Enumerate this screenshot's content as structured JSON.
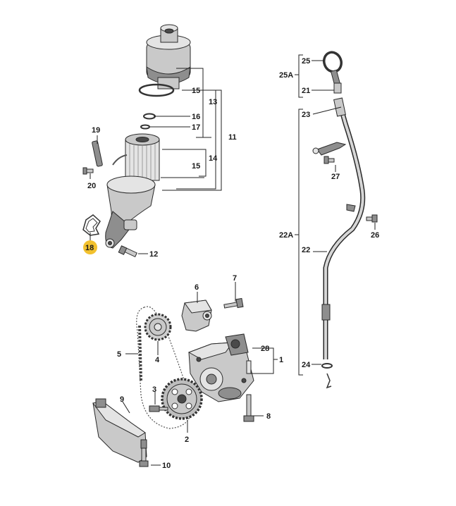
{
  "labels": {
    "l1": "1",
    "l2": "2",
    "l3": "3",
    "l4": "4",
    "l5": "5",
    "l6": "6",
    "l7": "7",
    "l8": "8",
    "l9": "9",
    "l10": "10",
    "l11": "11",
    "l12": "12",
    "l13": "13",
    "l14": "14",
    "l15a": "15",
    "l15b": "15",
    "l16": "16",
    "l17": "17",
    "l18": "18",
    "l19": "19",
    "l20": "20",
    "l21": "21",
    "l22": "22",
    "l22a": "22A",
    "l23": "23",
    "l24": "24",
    "l25": "25",
    "l25a": "25A",
    "l26": "26",
    "l27": "27",
    "l28": "28"
  },
  "highlight": {
    "part": "18",
    "color": "#f2c12e"
  }
}
